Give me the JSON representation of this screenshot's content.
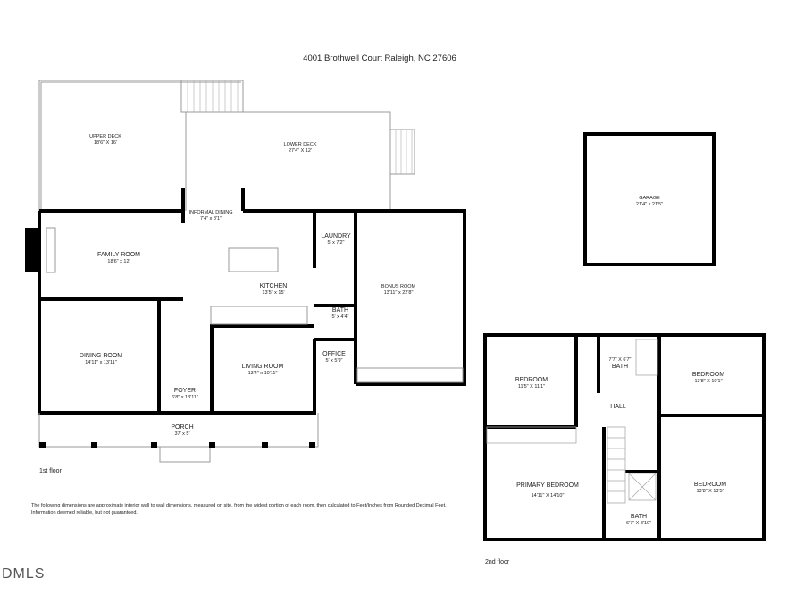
{
  "title": "4001 Brothwell Court  Raleigh, NC  27606",
  "floors": [
    {
      "label": "1st floor",
      "rooms": [
        {
          "name": "UPPER DECK",
          "dim": "18'6\" X 16'"
        },
        {
          "name": "LOWER DECK",
          "dim": "27'4\" X 12'"
        },
        {
          "name": "INFORMAL DINING",
          "dim": "7'4\" x 8'1\""
        },
        {
          "name": "FAMILY ROOM",
          "dim": "18'6\" x 12'"
        },
        {
          "name": "LAUNDRY",
          "dim": "5' x 7'2\""
        },
        {
          "name": "KITCHEN",
          "dim": "13'5\" x 15'"
        },
        {
          "name": "BONUS ROOM",
          "dim": "13'11\" x 22'8\""
        },
        {
          "name": "BATH",
          "dim": "5' x 4'4\""
        },
        {
          "name": "DINING ROOM",
          "dim": "14'11\" x 13'11\""
        },
        {
          "name": "LIVING ROOM",
          "dim": "13'4\" x 10'11\""
        },
        {
          "name": "OFFICE",
          "dim": "5' x 5'9\""
        },
        {
          "name": "FOYER",
          "dim": "6'8\" x 13'11\""
        },
        {
          "name": "PORCH",
          "dim": "37' x 5'"
        }
      ]
    },
    {
      "label": "2nd floor",
      "rooms": [
        {
          "name": "BEDROOM",
          "dim": "11'5\" X 11'1\""
        },
        {
          "name": "BATH",
          "dim": "7'7\" X 6'7\""
        },
        {
          "name": "BEDROOM",
          "dim": "13'8\" X 10'1\""
        },
        {
          "name": "HALL",
          "dim": ""
        },
        {
          "name": "PRIMARY BEDROOM",
          "dim": "14'11\" X 14'10\""
        },
        {
          "name": "BEDROOM",
          "dim": "13'8\" X 13'5\""
        },
        {
          "name": "BATH",
          "dim": "6'7\" X 8'10\""
        }
      ]
    }
  ],
  "garage": {
    "name": "GARAGE",
    "dim": "21'4\" x 21'5\""
  },
  "disclaimer": "The following dimensions are approximate interior wall to wall dimensions, measured on site, from the widest portion of each room, then calculated to Feet/Inches from Rounded Decimal Feet. Information deemed reliable, but not guaranteed.",
  "logo": "DMLS",
  "colors": {
    "wall": "#000000",
    "thin_line": "#9a9a9a"
  }
}
